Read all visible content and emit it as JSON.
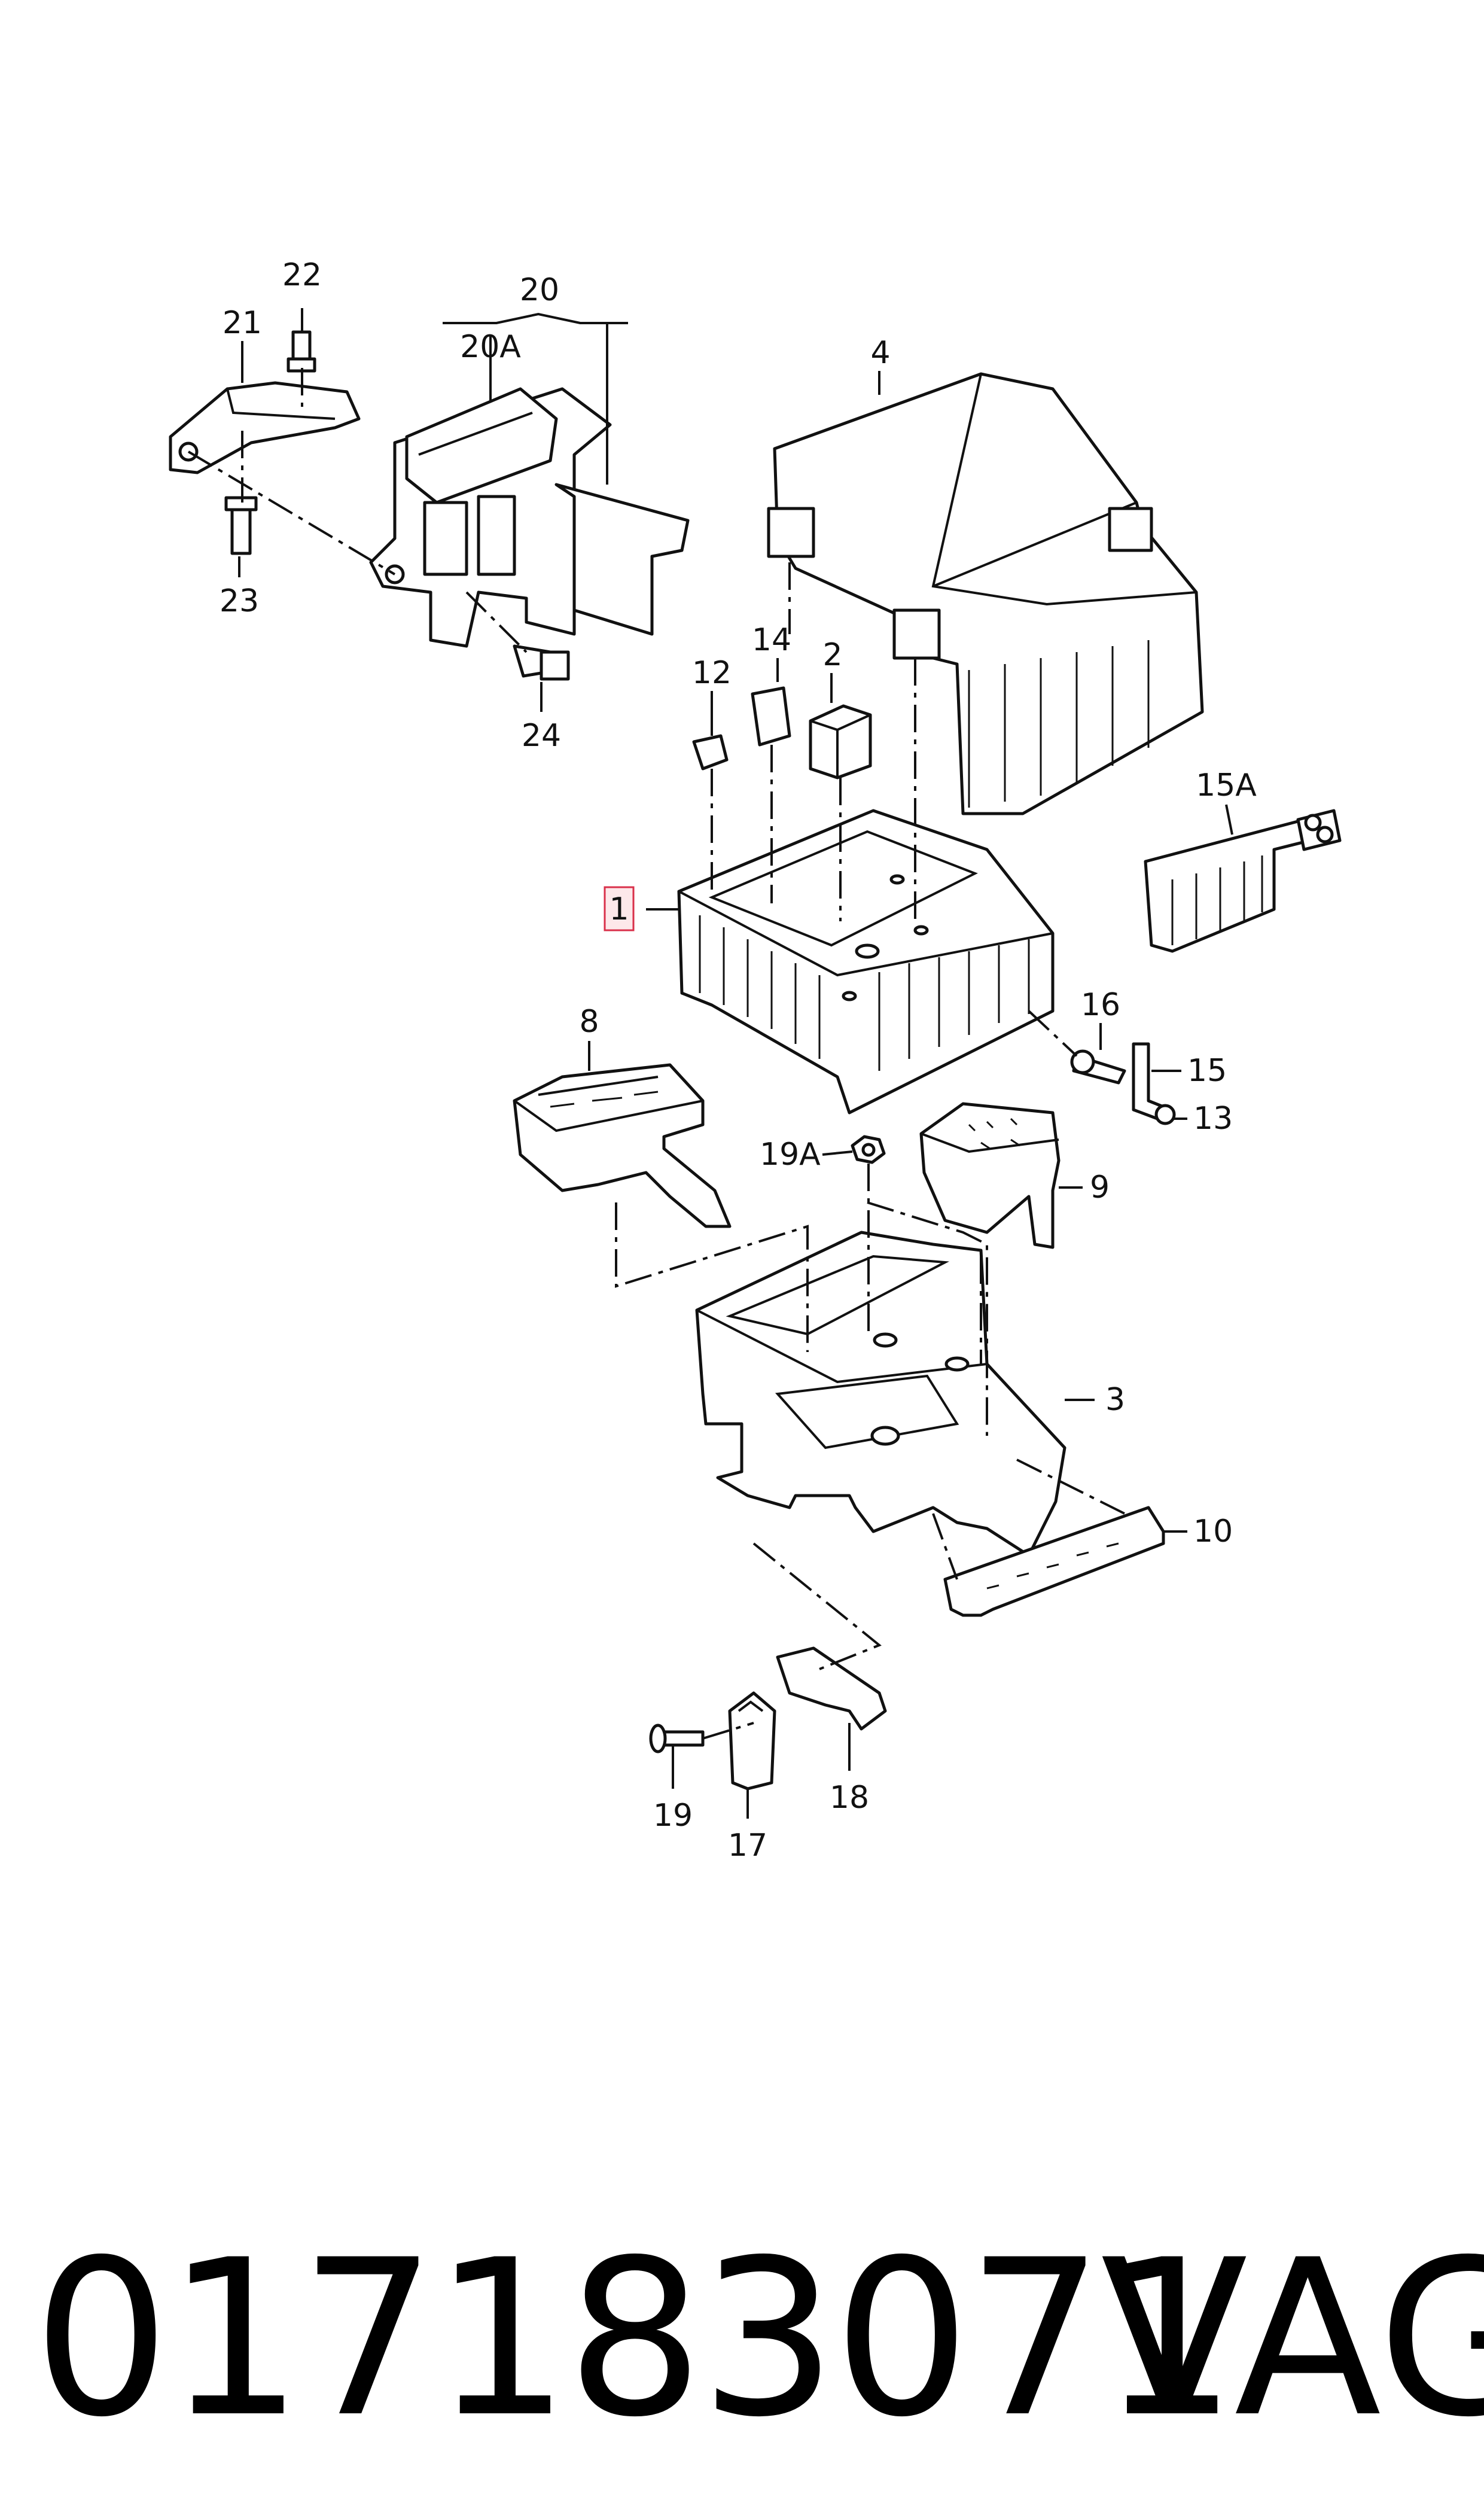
{
  "callouts": {
    "c1": "1",
    "c2": "2",
    "c3": "3",
    "c4": "4",
    "c8": "8",
    "c9": "9",
    "c10": "10",
    "c12": "12",
    "c13": "13",
    "c14": "14",
    "c15": "15",
    "c15a": "15A",
    "c16": "16",
    "c17": "17",
    "c18": "18",
    "c19": "19",
    "c19a": "19A",
    "c20": "20",
    "c20a": "20A",
    "c21": "21",
    "c22": "22",
    "c23": "23",
    "c24": "24"
  },
  "highlighted_callout": "1",
  "footer": {
    "part_number": "017183071",
    "brand": "VAG"
  },
  "colors": {
    "line": "#111111",
    "highlight_fill": "#fde8ea",
    "highlight_stroke": "#d9304a"
  }
}
